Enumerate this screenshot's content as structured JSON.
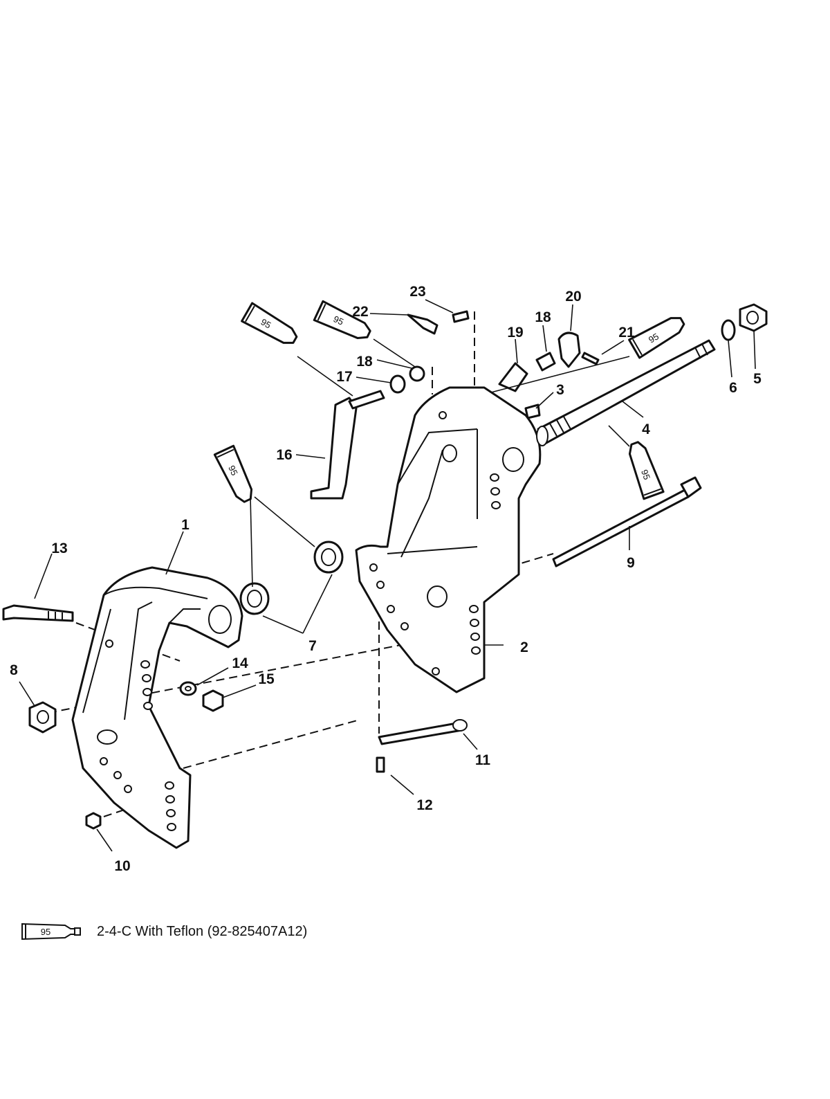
{
  "callouts": [
    "1",
    "2",
    "3",
    "4",
    "5",
    "6",
    "7",
    "8",
    "9",
    "10",
    "11",
    "12",
    "13",
    "14",
    "15",
    "16",
    "17",
    "18",
    "18",
    "19",
    "20",
    "21",
    "22",
    "23"
  ],
  "tube_marker": "95",
  "legend": {
    "marker": "95",
    "text": "2-4-C  With Teflon (92-825407A12)"
  }
}
